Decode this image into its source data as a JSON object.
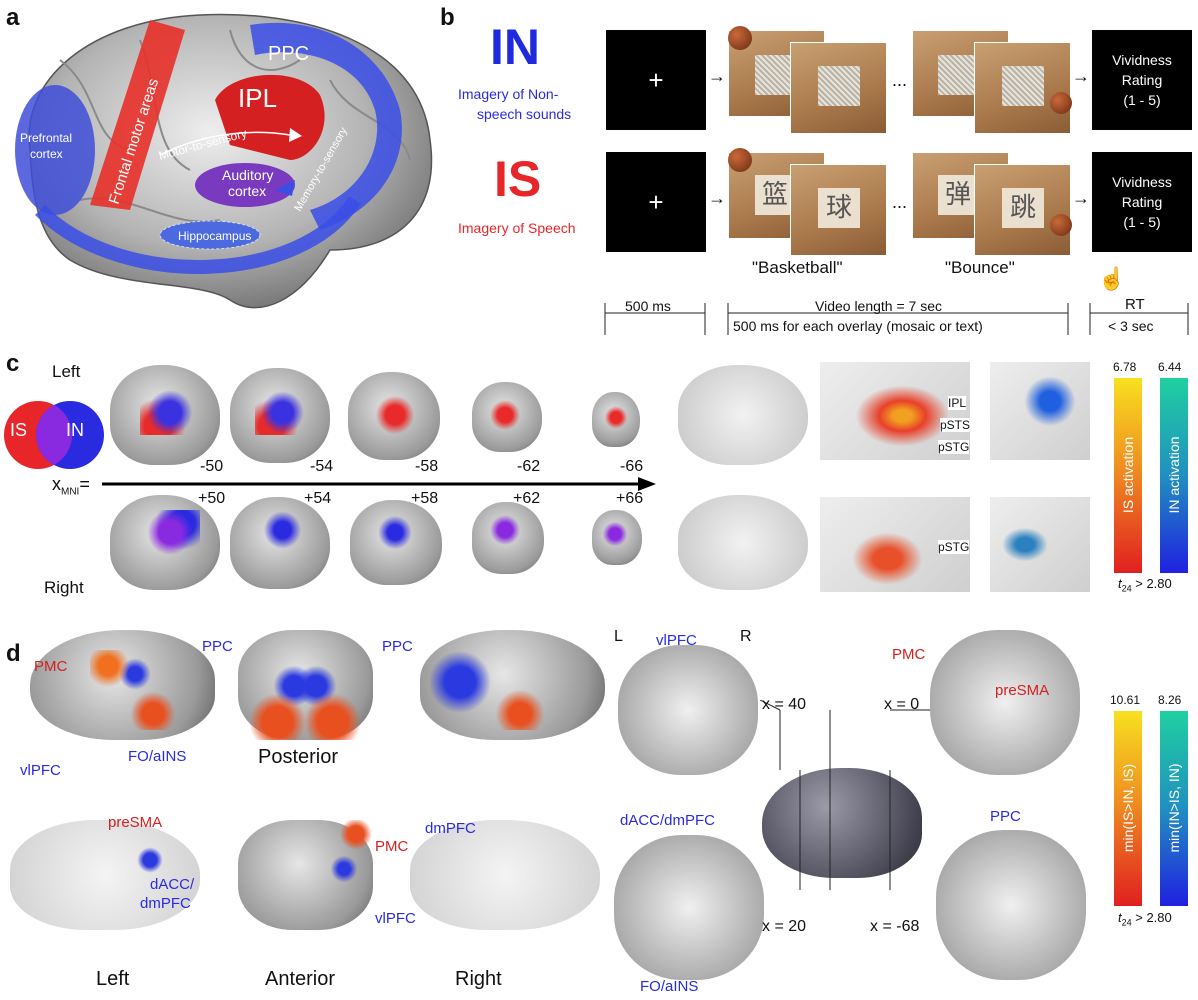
{
  "panels": {
    "a": "a",
    "b": "b",
    "c": "c",
    "d": "d"
  },
  "panel_a": {
    "regions": [
      "PPC",
      "IPL",
      "Frontal motor areas",
      "Prefrontal cortex",
      "Auditory cortex",
      "Hippocampus"
    ],
    "arrows": [
      "Motor-to-sensory",
      "Memory-to-sensory"
    ]
  },
  "panel_b": {
    "in_title": "IN",
    "in_sub": "Imagery of Non-speech sounds",
    "is_title": "IS",
    "is_sub": "Imagery of Speech",
    "fixation": "+",
    "ellipsis": "...",
    "chars": [
      "篮",
      "球",
      "弹",
      "跳"
    ],
    "word1": "\"Basketball\"",
    "word2": "\"Bounce\"",
    "rating": [
      "Vividness",
      "Rating",
      "(1 - 5)"
    ],
    "t_500": "500 ms",
    "t_video1": "Video length = 7 sec",
    "t_video2": "500 ms for each overlay (mosaic or text)",
    "t_rt": "RT",
    "t_lt3": "< 3 sec"
  },
  "panel_c": {
    "left": "Left",
    "right": "Right",
    "venn_is": "IS",
    "venn_in": "IN",
    "xmni_x": "x",
    "xmni_sub": "MNI",
    "xmni_eq": "=",
    "neg": [
      "-50",
      "-54",
      "-58",
      "-62",
      "-66"
    ],
    "pos": [
      "+50",
      "+54",
      "+58",
      "+62",
      "+66"
    ],
    "labels_top": [
      "IPL",
      "pSTS",
      "pSTG"
    ],
    "labels_bot": [
      "pSTG"
    ],
    "is_max": "6.78",
    "in_max": "6.44",
    "is_act": "IS activation",
    "in_act": "IN activation",
    "thr_t": "t",
    "thr_sub": "24",
    "thr_rest": " > 2.80"
  },
  "panel_d": {
    "PMC": "PMC",
    "PPC": "PPC",
    "vlPFC": "vlPFC",
    "FOaINS": "FO/aINS",
    "posterior": "Posterior",
    "anterior": "Anterior",
    "left": "Left",
    "right": "Right",
    "preSMA": "preSMA",
    "dACC1": "dACC/",
    "dACC2": "dmPFC",
    "dmPFC": "dmPFC",
    "L": "L",
    "R": "R",
    "x40": "x = 40",
    "x0": "x = 0",
    "x20": "x = 20",
    "x68": "x = -68",
    "dACCdmPFC": "dACC/dmPFC",
    "is_max": "10.61",
    "in_max": "8.26",
    "is_lbl": "min(IS>IN, IS)",
    "in_lbl": "min(IN>IS, IN)",
    "thr_t": "t",
    "thr_sub": "24",
    "thr_rest": " > 2.80"
  },
  "colors": {
    "red": "#e8262a",
    "blue": "#2a2ae0",
    "darkred": "#d42020"
  }
}
